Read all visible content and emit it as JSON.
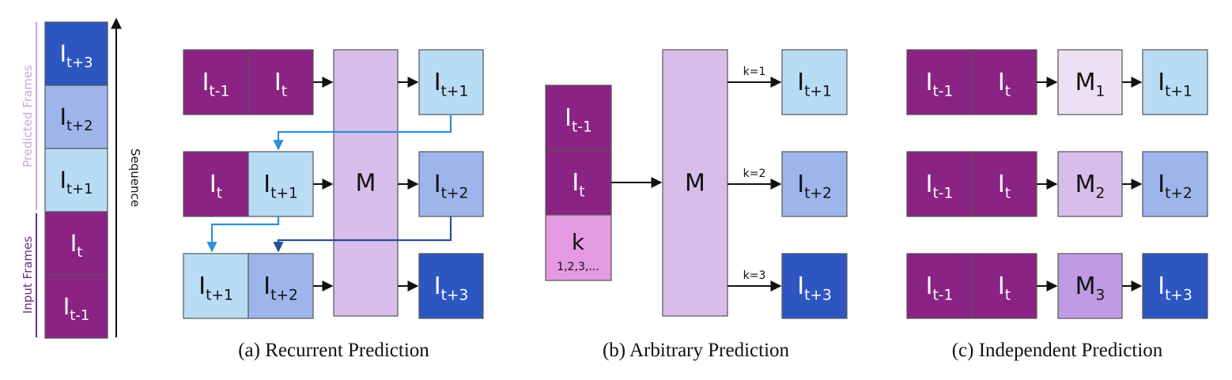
{
  "colors": {
    "dark_purple": "#8a2384",
    "light_purple": "#d8bdea",
    "pink": "#e39ae0",
    "m1": "#ece0f5",
    "m2": "#d8bdea",
    "m3": "#c09ae4",
    "light_blue": "#b9dcf5",
    "mid_blue": "#9db5ea",
    "dark_blue": "#2d56c1",
    "feedback_light": "#2f8fd8",
    "feedback_dark": "#264f95",
    "arrow": "#111111",
    "box_border": "#555555",
    "predicted_label": "#c7a8e0",
    "input_label": "#6b2c86"
  },
  "legend": {
    "predicted_label": "Predicted Frames",
    "input_label": "Input Frames",
    "axis_label": "Sequence",
    "frames": [
      {
        "base": "I",
        "sub": "t+3"
      },
      {
        "base": "I",
        "sub": "t+2"
      },
      {
        "base": "I",
        "sub": "t+1"
      },
      {
        "base": "I",
        "sub": "t"
      },
      {
        "base": "I",
        "sub": "t-1"
      }
    ]
  },
  "recurrent": {
    "caption": "(a) Recurrent Prediction",
    "model": {
      "base": "M",
      "sub": ""
    },
    "rows": [
      {
        "inputs": [
          {
            "base": "I",
            "sub": "t-1"
          },
          {
            "base": "I",
            "sub": "t"
          }
        ],
        "output": {
          "base": "I",
          "sub": "t+1"
        }
      },
      {
        "inputs": [
          {
            "base": "I",
            "sub": "t"
          },
          {
            "base": "I",
            "sub": "t+1"
          }
        ],
        "output": {
          "base": "I",
          "sub": "t+2"
        }
      },
      {
        "inputs": [
          {
            "base": "I",
            "sub": "t+1"
          },
          {
            "base": "I",
            "sub": "t+2"
          }
        ],
        "output": {
          "base": "I",
          "sub": "t+3"
        }
      }
    ]
  },
  "arbitrary": {
    "caption": "(b) Arbitrary Prediction",
    "model": {
      "base": "M",
      "sub": ""
    },
    "inputs": [
      {
        "base": "I",
        "sub": "t-1"
      },
      {
        "base": "I",
        "sub": "t"
      }
    ],
    "k_box": {
      "label": "k",
      "values": "1,2,3,..."
    },
    "outputs": [
      {
        "k": "k=1",
        "base": "I",
        "sub": "t+1"
      },
      {
        "k": "k=2",
        "base": "I",
        "sub": "t+2"
      },
      {
        "k": "k=3",
        "base": "I",
        "sub": "t+3"
      }
    ]
  },
  "independent": {
    "caption": "(c) Independent Prediction",
    "rows": [
      {
        "inputs": [
          {
            "base": "I",
            "sub": "t-1"
          },
          {
            "base": "I",
            "sub": "t"
          }
        ],
        "model": {
          "base": "M",
          "sub": "1"
        },
        "output": {
          "base": "I",
          "sub": "t+1"
        }
      },
      {
        "inputs": [
          {
            "base": "I",
            "sub": "t-1"
          },
          {
            "base": "I",
            "sub": "t"
          }
        ],
        "model": {
          "base": "M",
          "sub": "2"
        },
        "output": {
          "base": "I",
          "sub": "t+2"
        }
      },
      {
        "inputs": [
          {
            "base": "I",
            "sub": "t-1"
          },
          {
            "base": "I",
            "sub": "t"
          }
        ],
        "model": {
          "base": "M",
          "sub": "3"
        },
        "output": {
          "base": "I",
          "sub": "t+3"
        }
      }
    ]
  }
}
